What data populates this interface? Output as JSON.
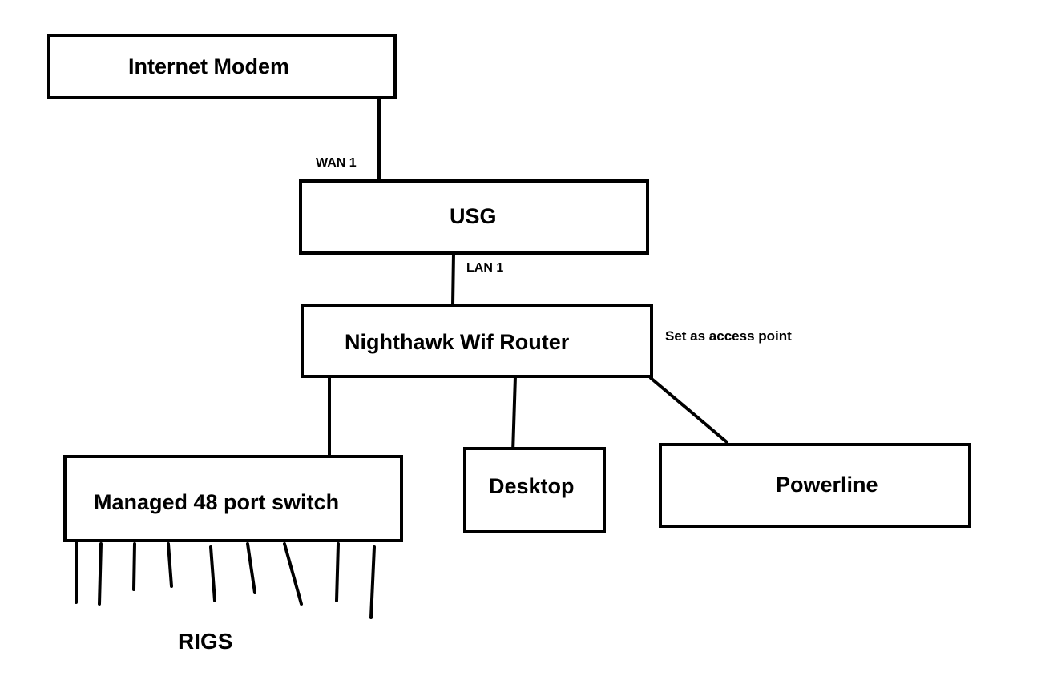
{
  "diagram": {
    "nodes": {
      "modem": {
        "label": "Internet Modem"
      },
      "usg": {
        "label": "USG"
      },
      "router": {
        "label": "Nighthawk Wif Router"
      },
      "switch": {
        "label": "Managed 48 port switch"
      },
      "desktop": {
        "label": "Desktop"
      },
      "powerline": {
        "label": "Powerline"
      }
    },
    "ports": {
      "wan": "WAN 1",
      "lan": "LAN 1"
    },
    "notes": {
      "router_mode": "Set as access point"
    },
    "rigs_label": "RIGS",
    "rig_cable_count": 9,
    "line_color": "#000000",
    "background_color": "#ffffff"
  }
}
